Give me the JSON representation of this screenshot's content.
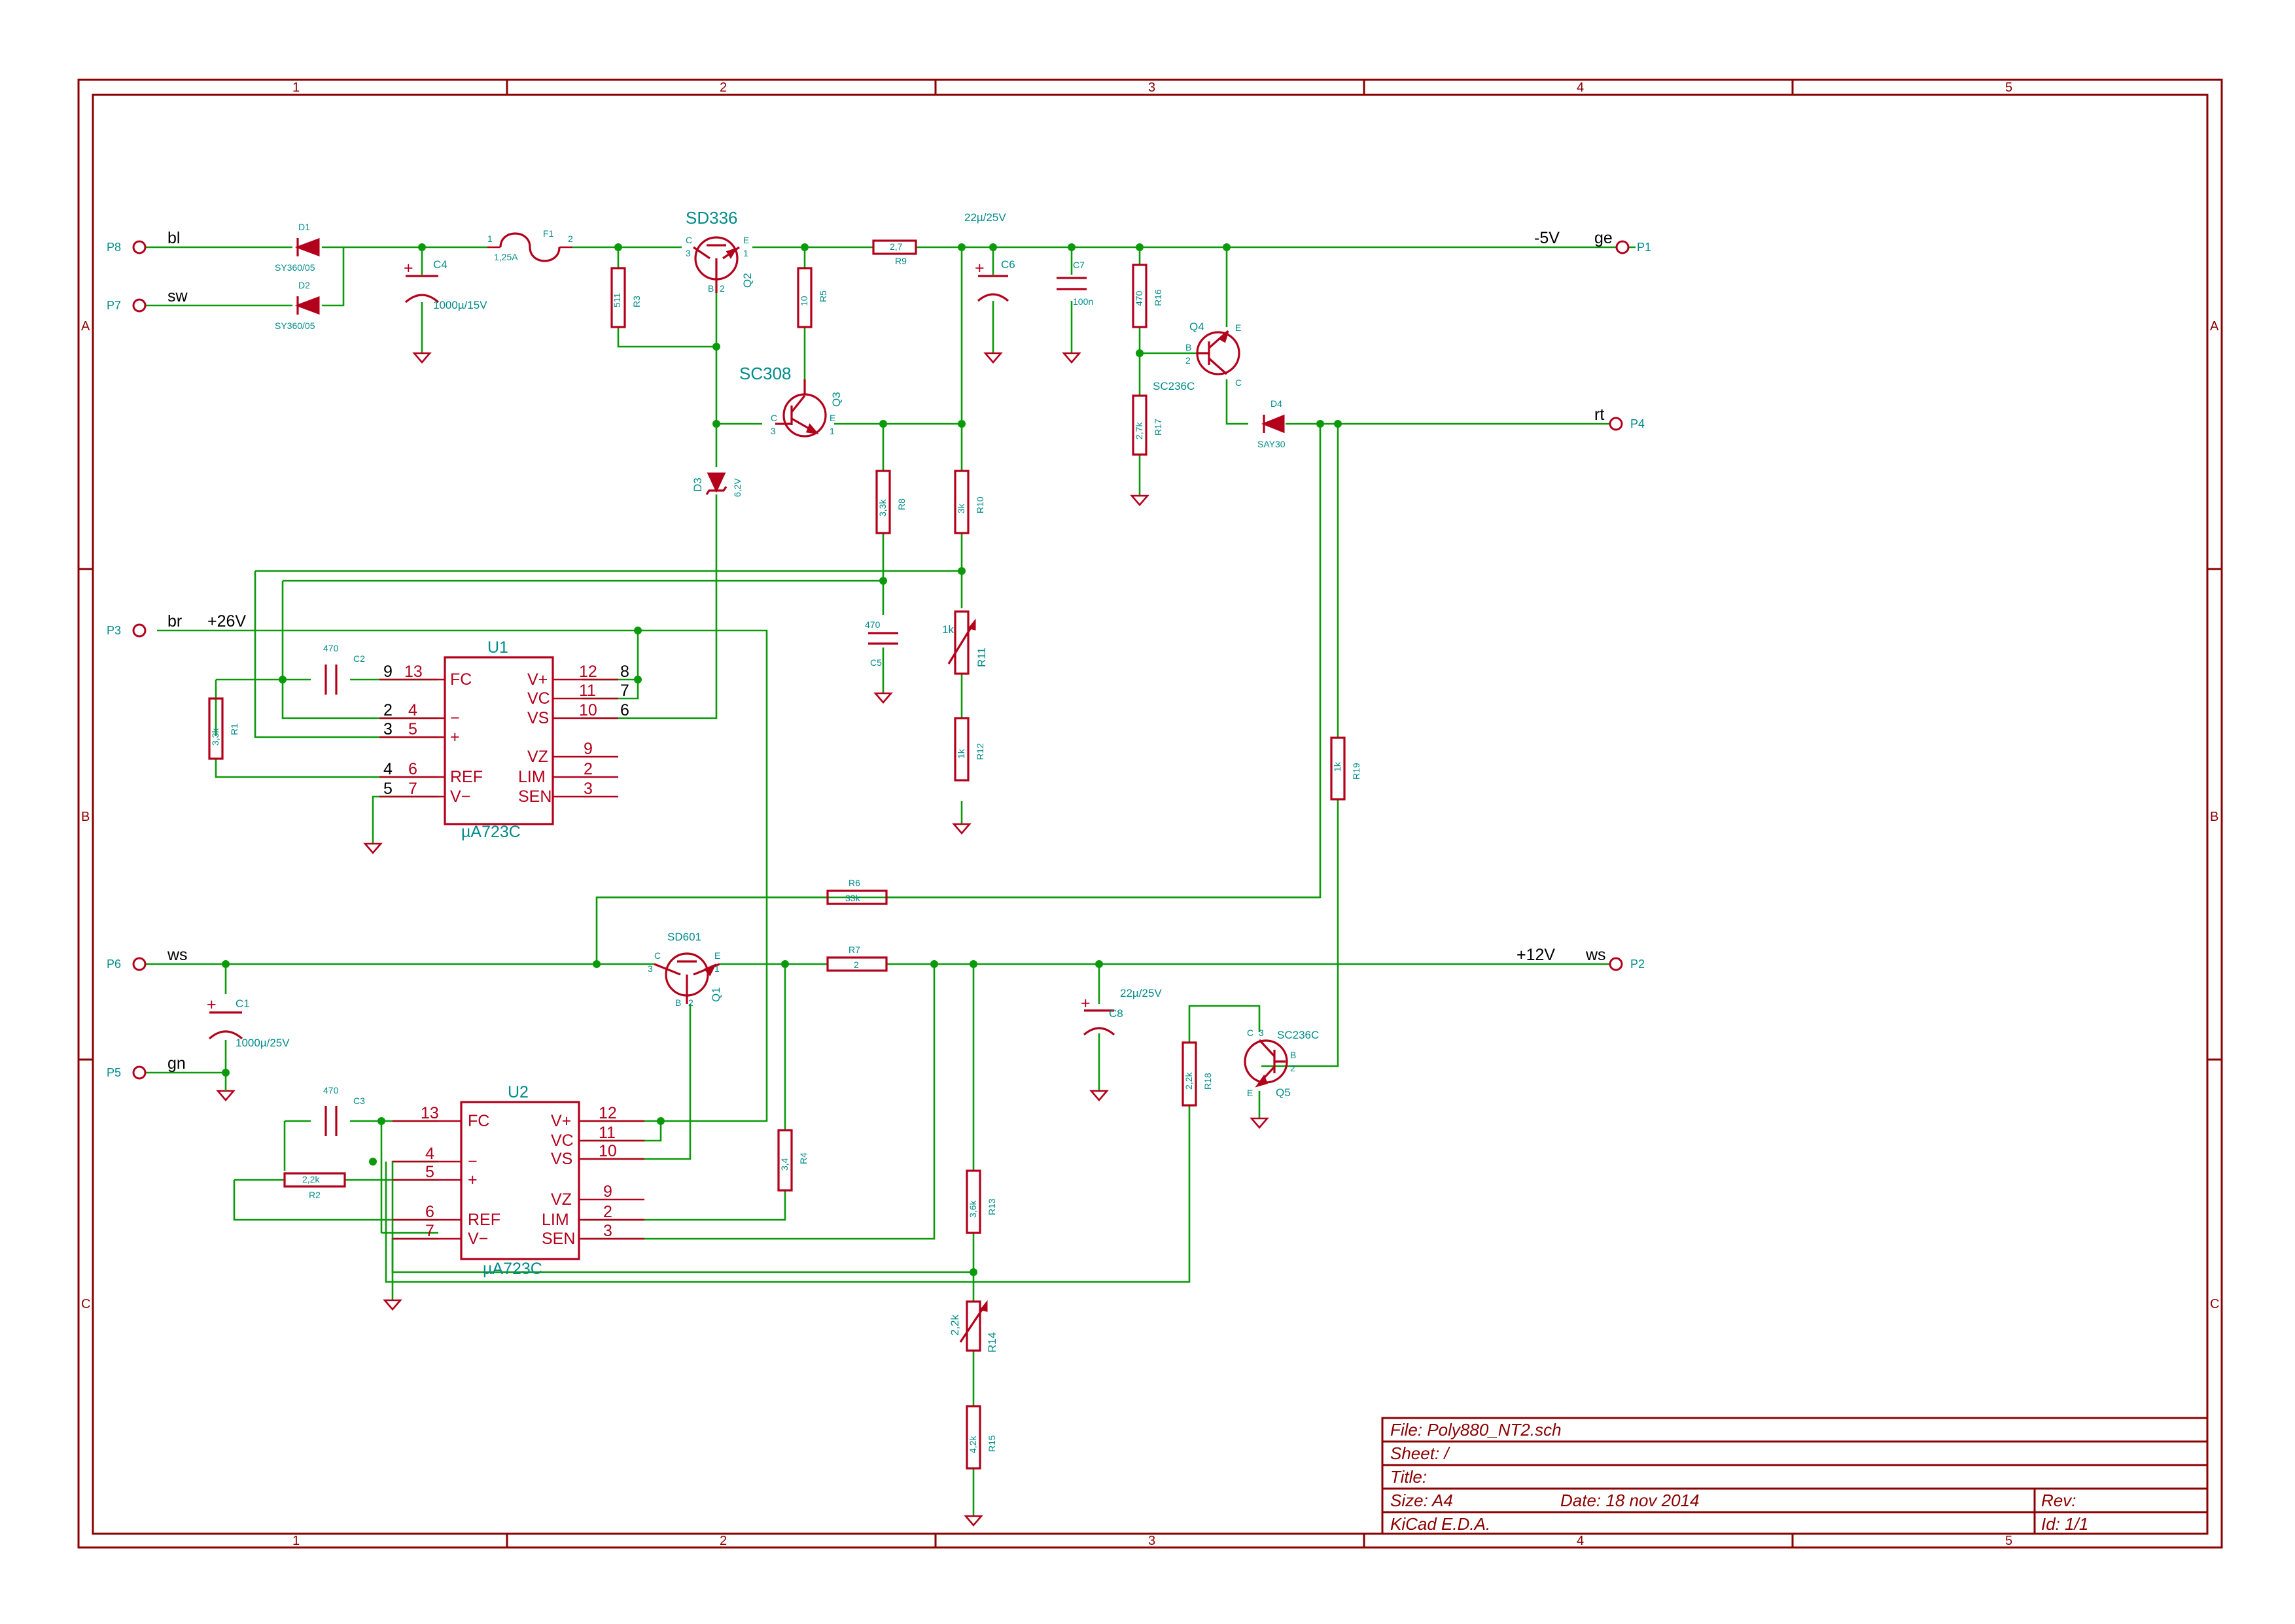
{
  "title_block": {
    "file": "File: Poly880_NT2.sch",
    "sheet": "Sheet: /",
    "title": "Title:",
    "size": "Size: A4",
    "date": "Date: 18 nov 2014",
    "rev": "Rev:",
    "tool": "KiCad E.D.A.",
    "id": "Id: 1/1"
  },
  "grid": {
    "cols": [
      "1",
      "2",
      "3",
      "4",
      "5"
    ],
    "rows": [
      "A",
      "B",
      "C"
    ]
  },
  "ports": {
    "p8": {
      "ref": "P8",
      "net": "bl"
    },
    "p7": {
      "ref": "P7",
      "net": "sw"
    },
    "p3": {
      "ref": "P3",
      "net": "br",
      "rail": "+26V"
    },
    "p6": {
      "ref": "P6",
      "net": "ws"
    },
    "p5": {
      "ref": "P5",
      "net": "gn"
    },
    "p1": {
      "ref": "P1",
      "net": "ge",
      "rail": "-5V"
    },
    "p4": {
      "ref": "P4",
      "net": "rt"
    },
    "p2": {
      "ref": "P2",
      "net": "ws",
      "rail": "+12V"
    }
  },
  "parts": {
    "d1": {
      "ref": "D1",
      "val": "SY360/05"
    },
    "d2": {
      "ref": "D2",
      "val": "SY360/05"
    },
    "c4": {
      "ref": "C4",
      "val": "1000µ/15V"
    },
    "f1": {
      "ref": "F1",
      "val": "1,25A",
      "pin1": "1",
      "pin2": "2"
    },
    "r3": {
      "ref": "R3",
      "val": "511"
    },
    "q2": {
      "ref": "Q2",
      "val": "SD336"
    },
    "r5": {
      "ref": "R5",
      "val": "10"
    },
    "q3": {
      "ref": "Q3",
      "val": "SC308"
    },
    "r9": {
      "ref": "R9",
      "val": "2,7"
    },
    "c6": {
      "ref": "C6",
      "val": "22µ/25V"
    },
    "c7": {
      "ref": "C7",
      "val": "100n"
    },
    "r16": {
      "ref": "R16",
      "val": "470"
    },
    "q4": {
      "ref": "Q4",
      "val": "SC236C"
    },
    "r17": {
      "ref": "R17",
      "val": "2,7k"
    },
    "d4": {
      "ref": "D4",
      "val": "SAY30"
    },
    "d3": {
      "ref": "D3",
      "val": "6,2V"
    },
    "r8": {
      "ref": "R8",
      "val": "3,3k"
    },
    "r10": {
      "ref": "R10",
      "val": "3k"
    },
    "c5": {
      "ref": "C5",
      "val": "470"
    },
    "r11": {
      "ref": "R11",
      "val": "1k"
    },
    "r12": {
      "ref": "R12",
      "val": "1k"
    },
    "r19": {
      "ref": "R19",
      "val": "1k"
    },
    "c2": {
      "ref": "C2",
      "val": "470"
    },
    "r1": {
      "ref": "R1",
      "val": "3,3k"
    },
    "u1": {
      "ref": "U1",
      "val": "µA723C"
    },
    "r6": {
      "ref": "R6",
      "val": "33k"
    },
    "q1": {
      "ref": "Q1",
      "val": "SD601"
    },
    "r7": {
      "ref": "R7",
      "val": "2"
    },
    "c1": {
      "ref": "C1",
      "val": "1000µ/25V"
    },
    "c8": {
      "ref": "C8",
      "val": "22µ/25V"
    },
    "q5": {
      "ref": "Q5",
      "val": "SC236C"
    },
    "r18": {
      "ref": "R18",
      "val": "2,2k"
    },
    "c3": {
      "ref": "C3",
      "val": "470"
    },
    "u2": {
      "ref": "U2",
      "val": "µA723C"
    },
    "r2": {
      "ref": "R2",
      "val": "2,2k"
    },
    "r4": {
      "ref": "R4",
      "val": "3,4"
    },
    "r13": {
      "ref": "R13",
      "val": "3,6k"
    },
    "r14": {
      "ref": "R14",
      "val": "2,2k"
    },
    "r15": {
      "ref": "R15",
      "val": "4,2k"
    }
  },
  "ic": {
    "left_pins": [
      "FC",
      "−",
      "+",
      "REF",
      "V−"
    ],
    "right_pins": [
      "V+",
      "VC",
      "VS",
      "VZ",
      "LIM",
      "SEN"
    ],
    "u1_left_nums": [
      "13",
      "4",
      "5",
      "6",
      "7"
    ],
    "u1_left_outer": [
      "9",
      "2",
      "3",
      "4",
      "5"
    ],
    "u1_right_nums": [
      "12",
      "11",
      "10",
      "9",
      "2",
      "3"
    ],
    "u1_right_outer": [
      "8",
      "7",
      "6"
    ],
    "u2_left_nums": [
      "13",
      "4",
      "5",
      "6",
      "7"
    ],
    "u2_right_nums": [
      "12",
      "11",
      "10",
      "9",
      "2",
      "3"
    ]
  },
  "transistor_pins": {
    "c": "C",
    "e": "E",
    "b": "B",
    "n1": "1",
    "n2": "2",
    "n3": "3"
  },
  "colors": {
    "frame": "#8b0000",
    "wire": "#0a9a0a",
    "device": "#b3001b",
    "label": "#008b8b"
  }
}
